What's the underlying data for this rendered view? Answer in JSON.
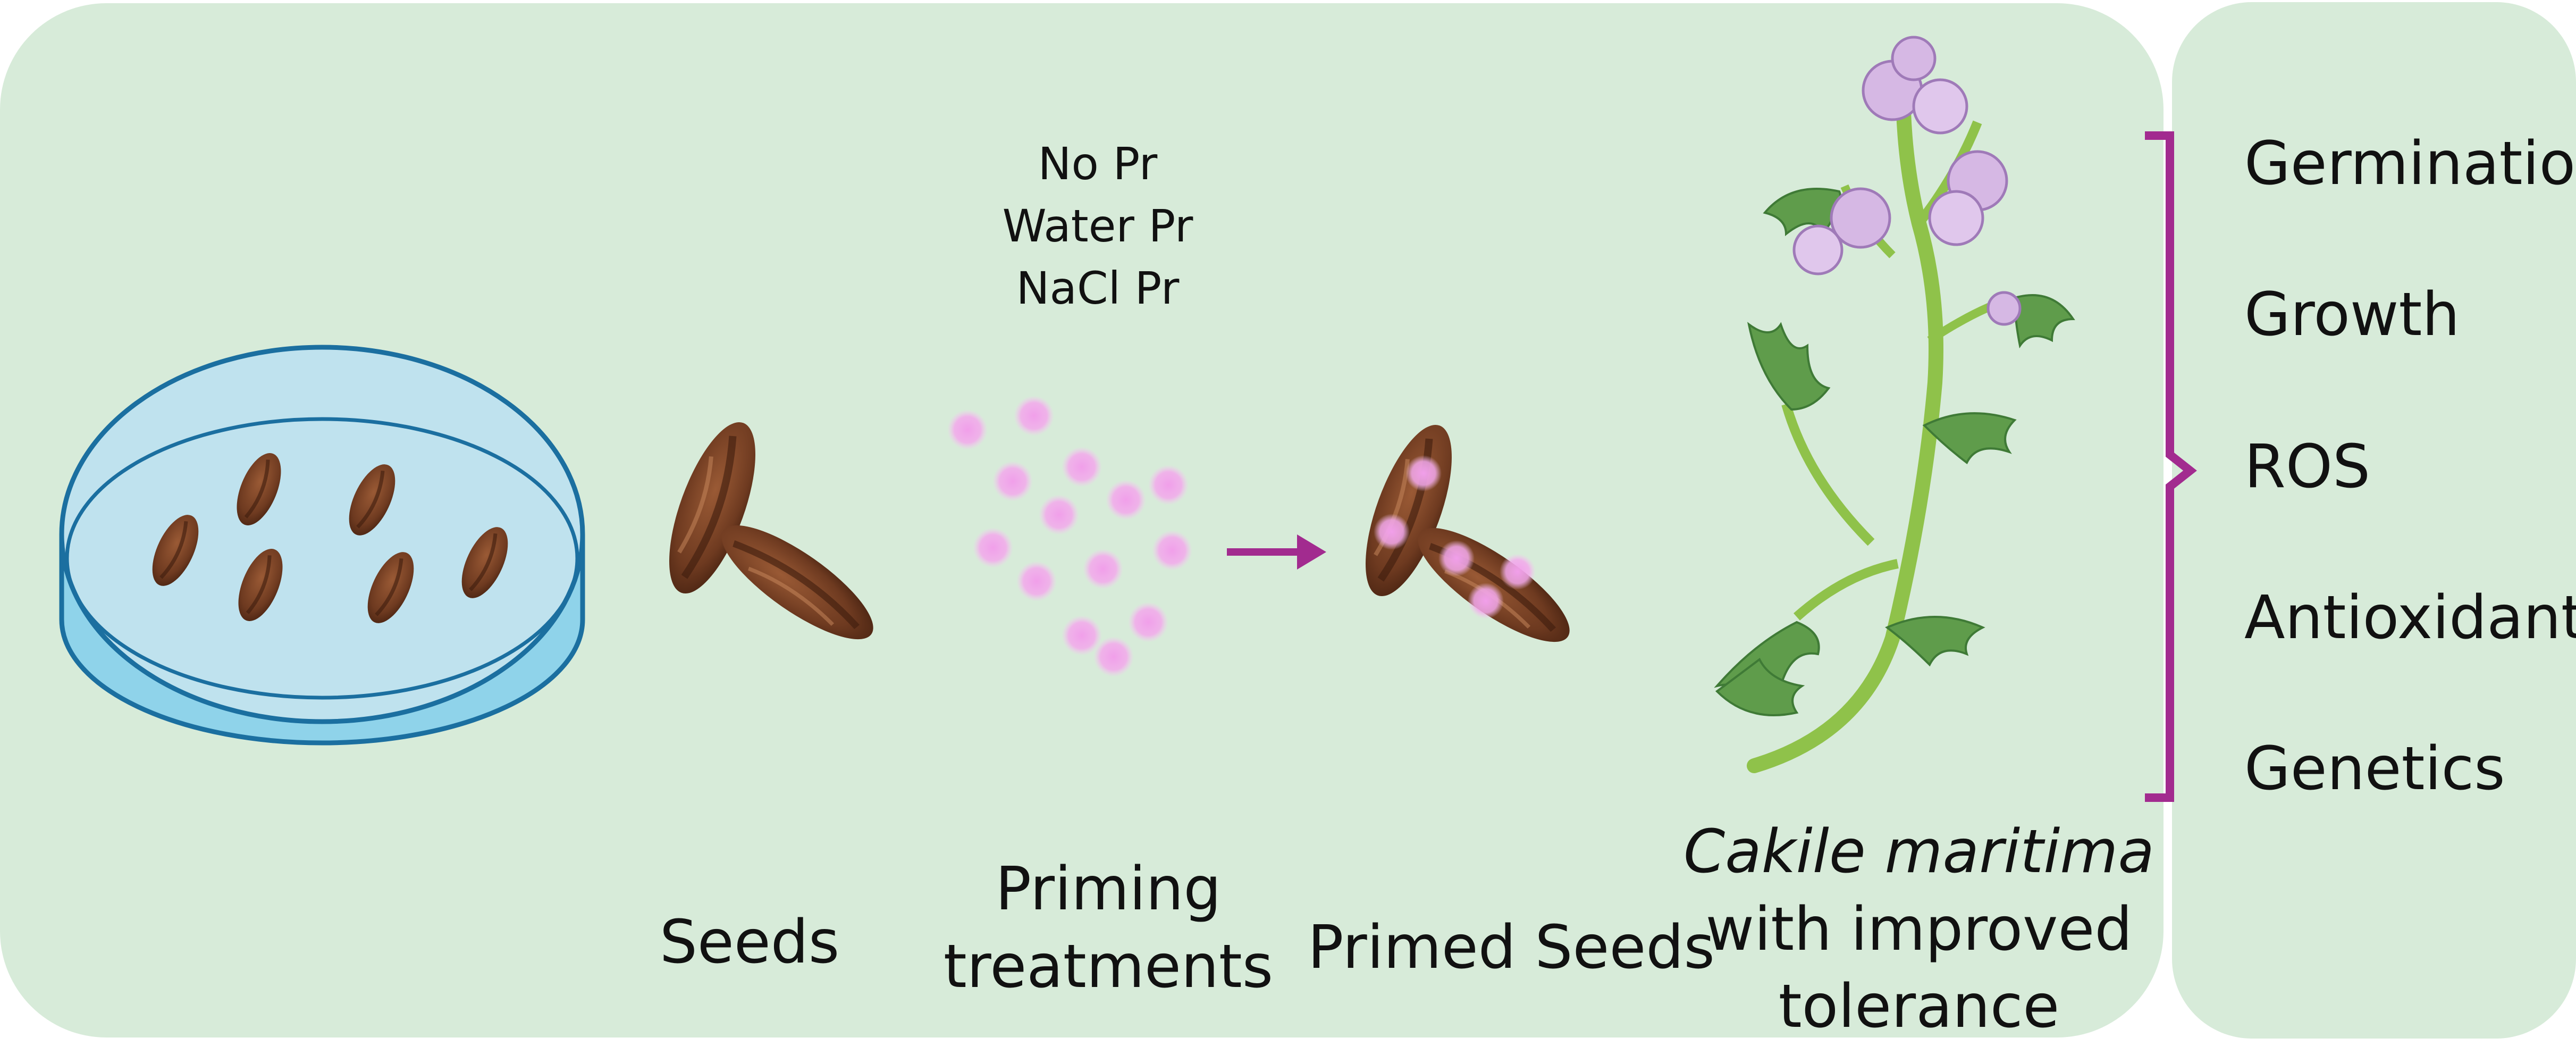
{
  "treatments": [
    "No Pr",
    "Water Pr",
    "NaCl Pr"
  ],
  "labels": {
    "seeds": "Seeds",
    "priming_line1": "Priming",
    "priming_line2": "treatments",
    "primed": "Primed Seeds",
    "species": "Cakile maritima",
    "result_line1": "with improved",
    "result_line2": "tolerance"
  },
  "outcomes": [
    "Germination",
    "Growth",
    "ROS",
    "Antioxidants",
    "Genetics"
  ],
  "colors": {
    "panel": "#d7ebd9",
    "dish_rim": "#1b6fa0",
    "dish_fill": "#bfe2ee",
    "dish_side": "#8fd3ea",
    "seed": "#7a4326",
    "droplet": "#ee9ce8",
    "accent": "#a22b8f"
  }
}
